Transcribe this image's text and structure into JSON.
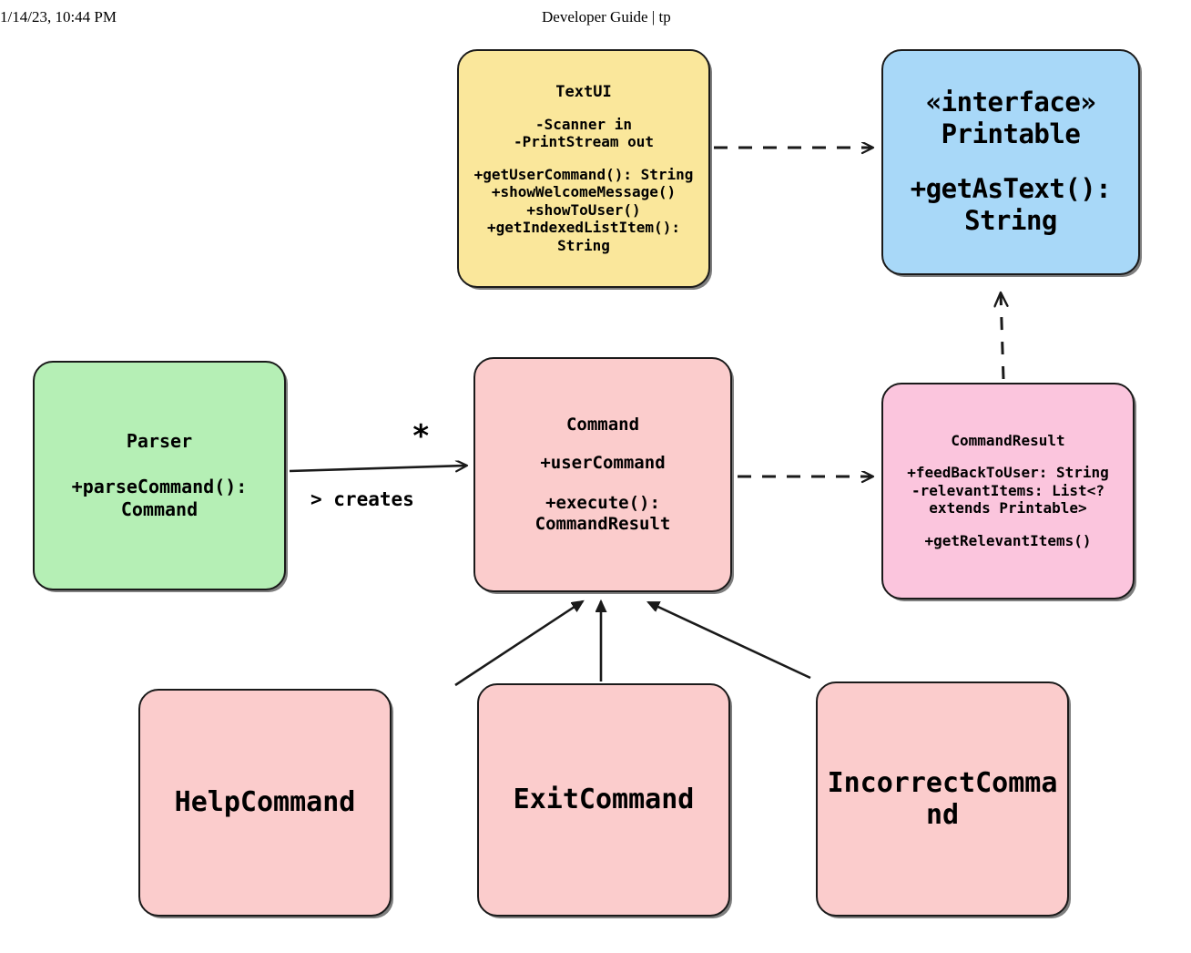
{
  "page": {
    "header_left": "1/14/23, 10:44 PM",
    "header_right": "Developer Guide | tp"
  },
  "diagram": {
    "type": "uml-class-diagram",
    "colors": {
      "yellow": "#FAE79B",
      "blue": "#A8D8F8",
      "green": "#B5EFB5",
      "pink": "#FBCCCC",
      "pink_strong": "#FBC5DD",
      "stroke": "#1a1a1a"
    },
    "classes": [
      {
        "id": "textui",
        "name": "TextUI",
        "stereotype": "",
        "fill": "#FAE79B",
        "attributes": "-Scanner in\n-PrintStream out",
        "methods": "+getUserCommand(): String\n+showWelcomeMessage()\n+showToUser()\n+getIndexedListItem():\nString"
      },
      {
        "id": "printable",
        "name": "Printable",
        "stereotype": "«interface»",
        "fill": "#A8D8F8",
        "attributes": "",
        "methods": "+getAsText():\nString"
      },
      {
        "id": "parser",
        "name": "Parser",
        "stereotype": "",
        "fill": "#B5EFB5",
        "attributes": "",
        "methods": "+parseCommand():\nCommand"
      },
      {
        "id": "command",
        "name": "Command",
        "stereotype": "",
        "fill": "#FBCCCC",
        "attributes": "+userCommand",
        "methods": "+execute():\nCommandResult"
      },
      {
        "id": "commandresult",
        "name": "CommandResult",
        "stereotype": "",
        "fill": "#FBC5DD",
        "attributes": "+feedBackToUser: String\n-relevantItems: List<?\nextends Printable>",
        "methods": "+getRelevantItems()"
      },
      {
        "id": "help",
        "name": "HelpCommand",
        "stereotype": "",
        "fill": "#FBCCCC",
        "attributes": "",
        "methods": ""
      },
      {
        "id": "exit",
        "name": "ExitCommand",
        "stereotype": "",
        "fill": "#FBCCCC",
        "attributes": "",
        "methods": ""
      },
      {
        "id": "incorrect",
        "name": "IncorrectCommand",
        "stereotype": "",
        "fill": "#FBCCCC",
        "attributes": "",
        "methods": ""
      }
    ],
    "relationships": [
      {
        "from": "textui",
        "to": "printable",
        "style": "dependency",
        "label": "",
        "multiplicity": ""
      },
      {
        "from": "parser",
        "to": "command",
        "style": "association",
        "label": "> creates",
        "multiplicity": "*"
      },
      {
        "from": "command",
        "to": "commandresult",
        "style": "dependency",
        "label": "",
        "multiplicity": ""
      },
      {
        "from": "commandresult",
        "to": "printable",
        "style": "realization",
        "label": "",
        "multiplicity": ""
      },
      {
        "from": "help",
        "to": "command",
        "style": "inheritance",
        "label": "",
        "multiplicity": ""
      },
      {
        "from": "exit",
        "to": "command",
        "style": "inheritance",
        "label": "",
        "multiplicity": ""
      },
      {
        "from": "incorrect",
        "to": "command",
        "style": "inheritance",
        "label": "",
        "multiplicity": ""
      }
    ]
  }
}
